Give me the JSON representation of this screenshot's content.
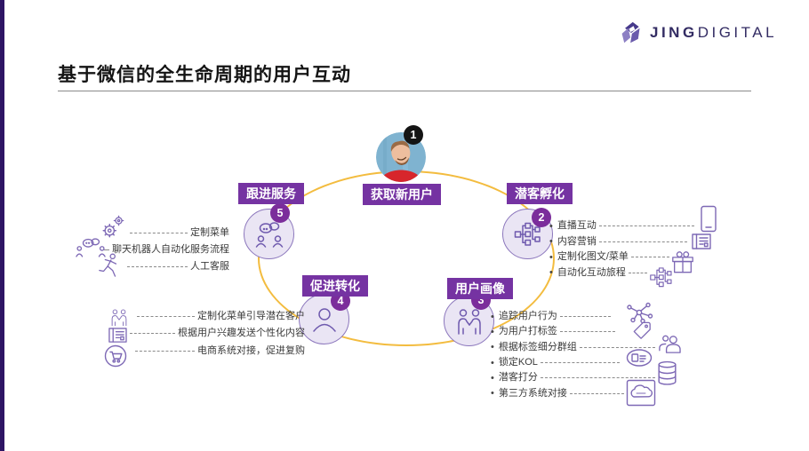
{
  "brand": {
    "name_bold": "JING",
    "name_light": "DIGITAL"
  },
  "page_title": "基于微信的全生命周期的用户互动",
  "stages": {
    "acquire": {
      "num": "1",
      "label": "获取新用户"
    },
    "nurture": {
      "num": "2",
      "label": "潜客孵化",
      "items": [
        {
          "label": "直播互动",
          "icon": "smartphone-icon"
        },
        {
          "label": "内容营销",
          "icon": "newspaper-icon"
        },
        {
          "label": "定制化图文/菜单",
          "icon": "gift-icon"
        },
        {
          "label": "自动化互动旅程",
          "icon": "flowchart-icon"
        }
      ]
    },
    "profile": {
      "num": "3",
      "label": "用户画像",
      "items": [
        {
          "label": "追踪用户行为",
          "icon": "network-icon"
        },
        {
          "label": "为用户打标签",
          "icon": "tag-icon"
        },
        {
          "label": "根据标签细分群组",
          "icon": "people-group-icon"
        },
        {
          "label": "锁定KOL",
          "icon": "kol-badge-icon"
        },
        {
          "label": "潜客打分",
          "icon": "database-icon"
        },
        {
          "label": "第三方系统对接",
          "icon": "salesforce-icon"
        }
      ]
    },
    "convert": {
      "num": "4",
      "label": "促进转化",
      "items": [
        {
          "label": "定制化菜单引导潜在客户",
          "icon": "handshake-icon"
        },
        {
          "label": "根据用户兴趣发送个性化内容",
          "icon": "newspaper-icon"
        },
        {
          "label": "电商系统对接，促进复购",
          "icon": "cart-icon"
        }
      ]
    },
    "service": {
      "num": "5",
      "label": "跟进服务",
      "items": [
        {
          "label": "定制菜单",
          "icon": "gears-icon"
        },
        {
          "label": "聊天机器人自动化服务流程",
          "icon": "chatbot-icon"
        },
        {
          "label": "人工客服",
          "icon": "runner-icon"
        }
      ]
    }
  },
  "colors": {
    "stage_label_bg": "#7533A2",
    "badge_bg": "#7B2D9B",
    "badge_acquire_bg": "#141414",
    "circle_fill": "#EAE5F4",
    "circle_border": "#8B76BC",
    "cycle_ellipse": "#F3BC3F",
    "accent_bar": "#2E1564",
    "brand_navy": "#332C63"
  }
}
